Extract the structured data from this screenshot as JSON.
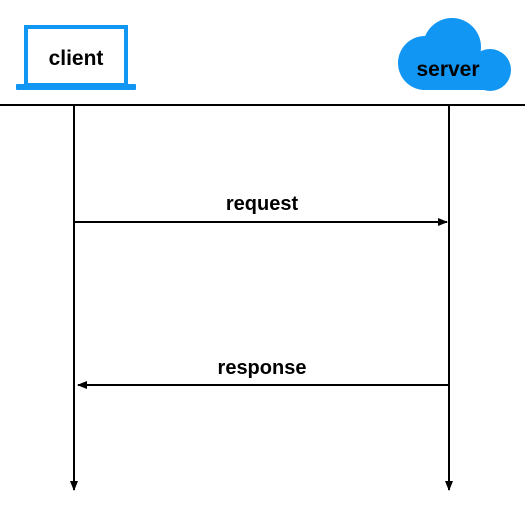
{
  "participants": {
    "client": {
      "label": "client",
      "icon": "laptop-icon"
    },
    "server": {
      "label": "server",
      "icon": "cloud-icon"
    }
  },
  "messages": [
    {
      "label": "request",
      "from": "client",
      "to": "server"
    },
    {
      "label": "response",
      "from": "server",
      "to": "client"
    }
  ],
  "colors": {
    "accent": "#1296f3",
    "line": "#000000",
    "server_text": "#000000"
  }
}
